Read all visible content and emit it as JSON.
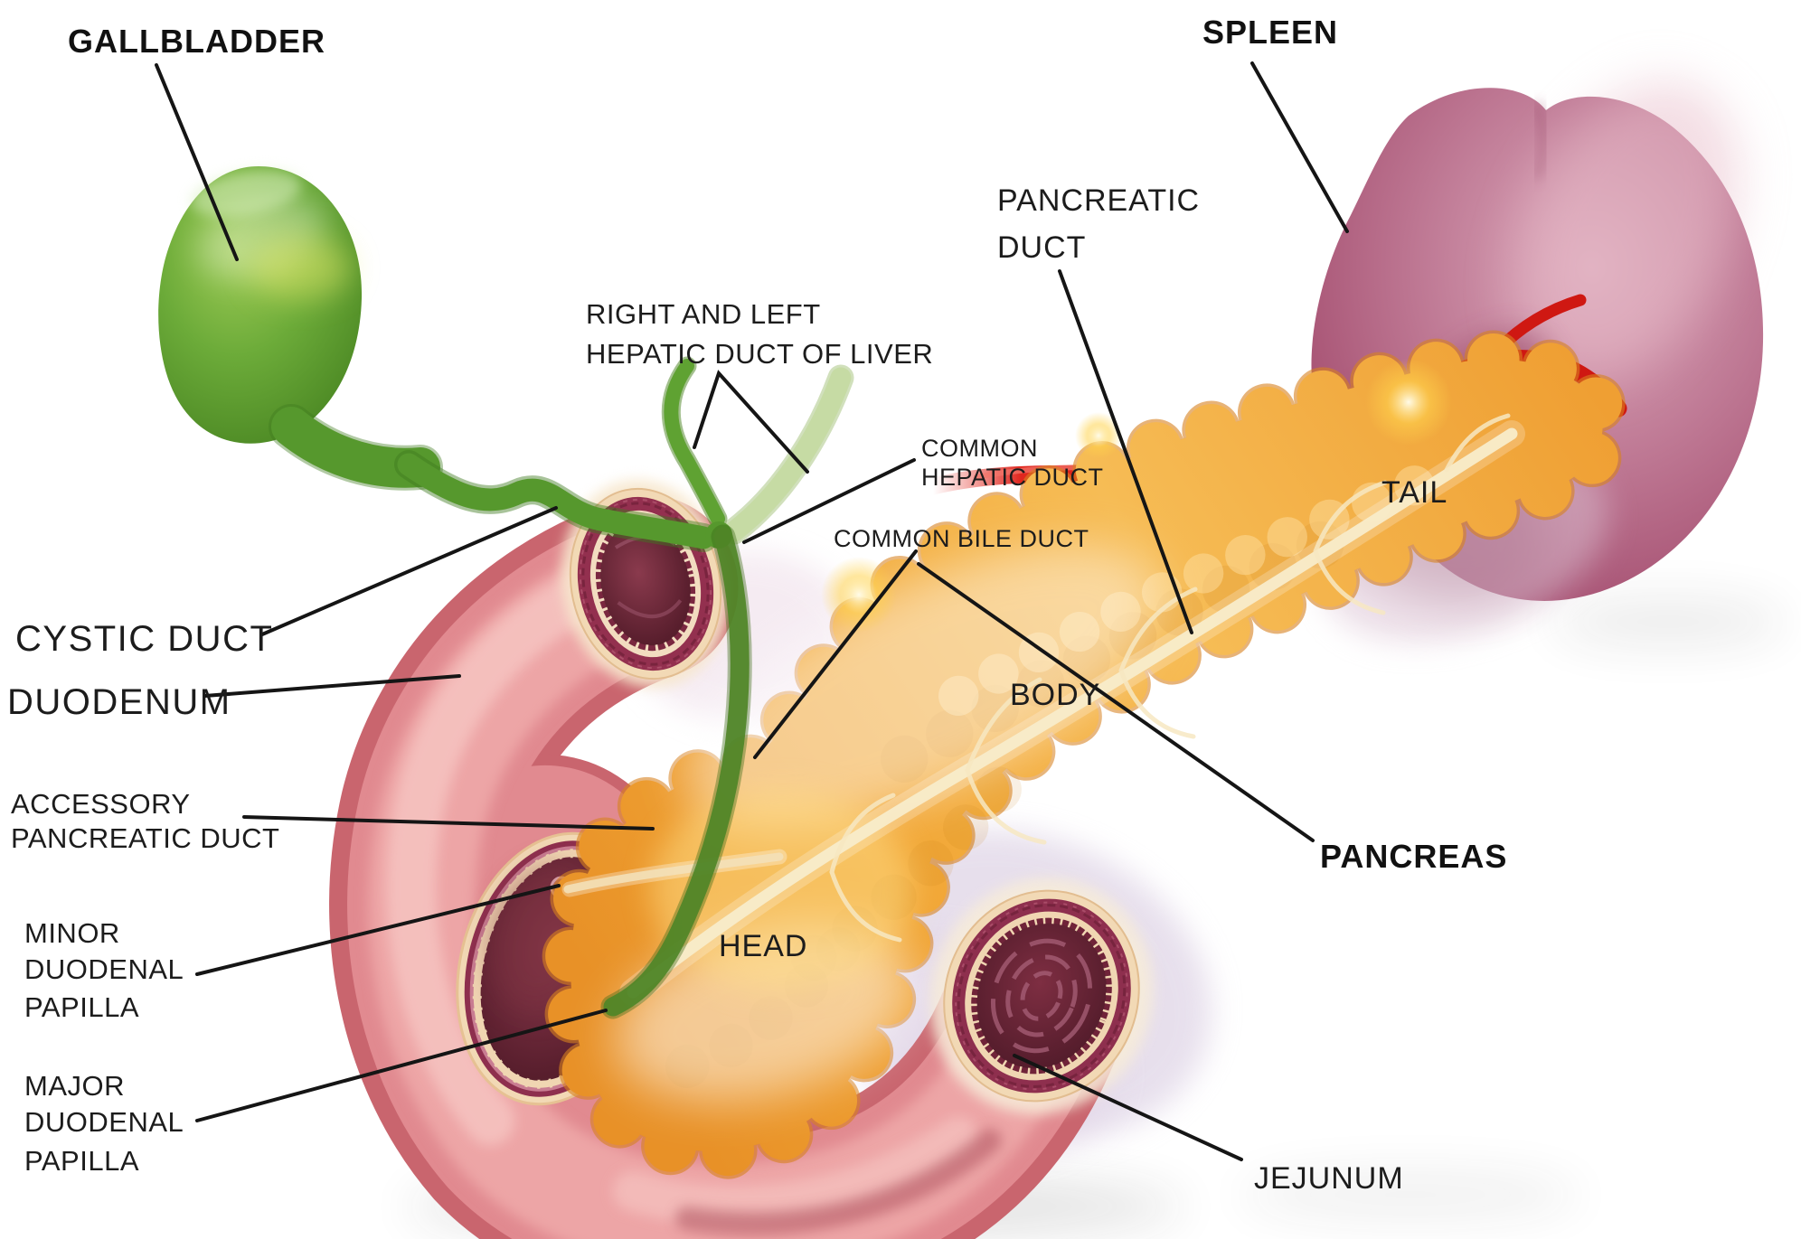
{
  "title": "Pancreas and surrounding organs anatomy diagram",
  "labels": {
    "gallbladder": {
      "text": "GALLBLADDER"
    },
    "spleen": {
      "text": "SPLEEN"
    },
    "pancreatic_duct": {
      "lines": [
        "PANCREATIC",
        "DUCT"
      ]
    },
    "hepatic_ducts": {
      "lines": [
        "RIGHT AND LEFT",
        "HEPATIC DUCT OF LIVER"
      ]
    },
    "common_hepatic_duct": {
      "lines": [
        "COMMON",
        "HEPATIC DUCT"
      ]
    },
    "common_bile_duct": {
      "text": "COMMON BILE DUCT"
    },
    "cystic_duct": {
      "text": "CYSTIC DUCT"
    },
    "duodenum": {
      "text": "DUODENUM"
    },
    "accessory_pancreatic_duct": {
      "lines": [
        "ACCESSORY",
        "PANCREATIC DUCT"
      ]
    },
    "minor_duodenal_papilla": {
      "lines": [
        "MINOR",
        "DUODENAL",
        "PAPILLA"
      ]
    },
    "major_duodenal_papilla": {
      "lines": [
        "MAJOR",
        "DUODENAL",
        "PAPILLA"
      ]
    },
    "pancreas_regions": {
      "tail": "TAIL",
      "body": "BODY",
      "head": "HEAD"
    },
    "pancreas": {
      "text": "PANCREAS"
    },
    "jejunum": {
      "text": "JEJUNUM"
    }
  },
  "colors": {
    "background": "#ffffff",
    "label_text": "#1c1c1c",
    "leader_line": "#151515",
    "gallbladder_green": "#569a2e",
    "bile_duct_green": "#4f8527",
    "hepatic_duct_pale_green": "#c6dba4",
    "duodenum_pink": "#dd8389",
    "duodenum_edge": "#c25d62",
    "pancreas_orange": "#f0a93c",
    "pancreas_duct_cream": "#f8ecca",
    "spleen_mauve": "#bb6c8d",
    "artery_red": "#df261e",
    "lumen_maroon": "#5a1f2e",
    "cut_rim_cream": "#f2d9b5"
  }
}
